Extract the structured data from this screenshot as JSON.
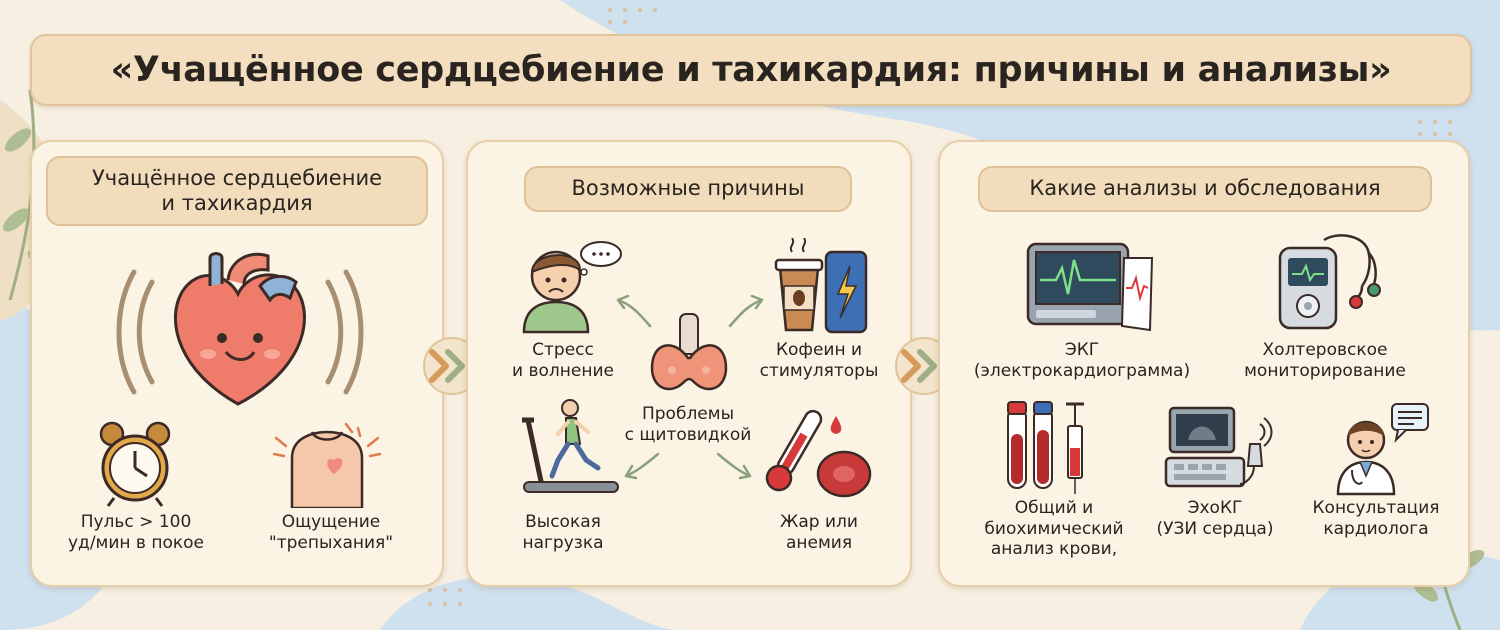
{
  "title": "«Учащённое сердцебиение и тахикардия: причины и анализы»",
  "panel_left": {
    "header_line1": "Учащённое сердцебиение",
    "header_line2": "и тахикардия",
    "items": [
      {
        "icon": "alarm-clock-icon",
        "line1": "Пульс > 100",
        "line2": "уд/мин в покое"
      },
      {
        "icon": "chest-flutter-icon",
        "line1": "Ощущение",
        "line2": "\"трепыхания\""
      }
    ]
  },
  "panel_middle": {
    "header": "Возможные причины",
    "center": {
      "icon": "thyroid-icon",
      "line1": "Проблемы",
      "line2": "с щитовидкой"
    },
    "items": [
      {
        "icon": "stressed-person-icon",
        "line1": "Стресс",
        "line2": "и волнение"
      },
      {
        "icon": "coffee-energy-drink-icon",
        "line1": "Кофеин и",
        "line2": "стимуляторы"
      },
      {
        "icon": "treadmill-runner-icon",
        "line1": "Высокая",
        "line2": "нагрузка"
      },
      {
        "icon": "thermometer-blood-icon",
        "line1": "Жар или",
        "line2": "анемия"
      }
    ]
  },
  "panel_right": {
    "header": "Какие анализы и обследования",
    "items": [
      {
        "icon": "ecg-monitor-icon",
        "line1": "ЭКГ",
        "line2": "(электрокардиограмма)"
      },
      {
        "icon": "holter-monitor-icon",
        "line1": "Холтеровское",
        "line2": "мониторирование"
      },
      {
        "icon": "blood-tubes-syringe-icon",
        "line1": "Общий и",
        "line2": "биохимический",
        "line3": "анализ крови,"
      },
      {
        "icon": "ultrasound-machine-icon",
        "line1": "ЭхоКГ",
        "line2": "(УЗИ сердца)"
      },
      {
        "icon": "cardiologist-icon",
        "line1": "Консультация",
        "line2": "кардиолога"
      }
    ]
  },
  "colors": {
    "background": "#f7efe1",
    "panel": "#fbf3e4",
    "pill": "#f1dcbc",
    "heart": "#ef7b6a",
    "accent_blue": "#c9def0"
  }
}
